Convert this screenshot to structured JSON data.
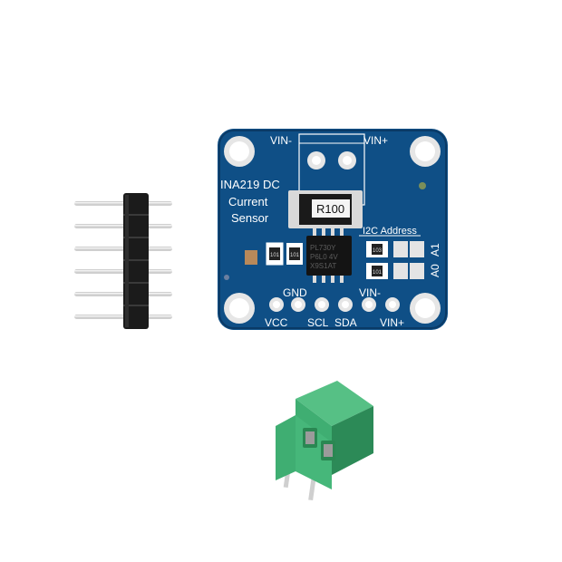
{
  "board": {
    "title_line1": "INA219 DC",
    "title_line2": "Current",
    "title_line3": "Sensor",
    "vin_minus_top": "VIN-",
    "vin_plus_top": "VIN+",
    "shunt_label": "R100",
    "i2c_address_label": "I2C Address",
    "a1_label": "A1",
    "a0_label": "A0",
    "pin_gnd": "GND",
    "pin_vcc": "VCC",
    "pin_scl": "SCL",
    "pin_sda": "SDA",
    "pin_vin_minus": "VIN-",
    "pin_vin_plus": "VIN+",
    "chip_text_1": "PL730Y",
    "chip_text_2": "P6L0 4V",
    "chip_text_3": "X9S1AT",
    "cap_mark_1": "101",
    "cap_mark_2": "101",
    "cap_mark_3": "103",
    "cap_mark_4": "101"
  },
  "colors": {
    "pcb": "#0f4f86",
    "pcb_edge": "#0a3a66",
    "copper_pad": "#e8e8e8",
    "header_plastic": "#1b1b1b",
    "header_pin": "#c9c9c9",
    "terminal_green": "#3fae72",
    "terminal_dark": "#2c8a57"
  },
  "icons": [
    "pin-header-icon",
    "screw-terminal-icon",
    "ina219-board-icon"
  ]
}
